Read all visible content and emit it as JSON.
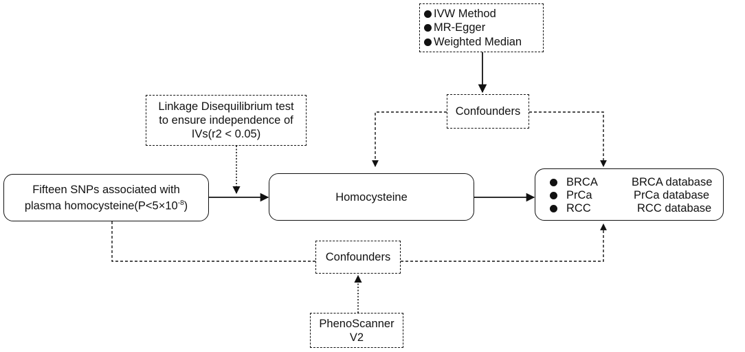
{
  "methods": {
    "items": [
      "IVW Method",
      "MR-Egger",
      "Weighted Median"
    ]
  },
  "ld_test": {
    "lines": [
      "Linkage Disequilibrium test",
      "to ensure independence of",
      "IVs(r2 < 0.05)"
    ]
  },
  "snps": {
    "line1": "Fifteen SNPs associated with",
    "line2_pre": "plasma homocysteine(P<5×10",
    "line2_sup": "-8",
    "line2_post": ")"
  },
  "exposure": {
    "label": "Homocysteine"
  },
  "confounders_top": {
    "label": "Confounders"
  },
  "confounders_bottom": {
    "label": "Confounders"
  },
  "phenoscanner": {
    "lines": [
      "PhenoScanner",
      "V2"
    ]
  },
  "outcomes": {
    "rows": [
      {
        "name": "BRCA",
        "db": "BRCA database"
      },
      {
        "name": "PrCa",
        "db": "PrCa database"
      },
      {
        "name": "RCC",
        "db": "RCC database"
      }
    ]
  }
}
